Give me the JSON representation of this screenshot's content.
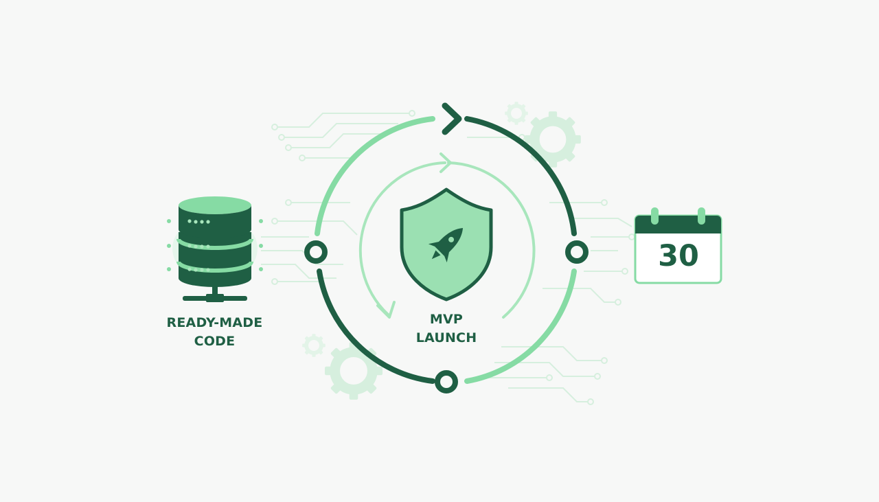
{
  "diagram": {
    "left_label_line1": "READY-MADE",
    "left_label_line2": "CODE",
    "center_label_line1": "MVP",
    "center_label_line2": "LAUNCH",
    "calendar_number": "30"
  },
  "icons": {
    "left": "server-database-icon",
    "center": "shield-rocket-icon",
    "right": "calendar-icon",
    "decor": "gear-icon"
  },
  "colors": {
    "background": "#f7f8f7",
    "dark_green": "#1f5f44",
    "light_green": "#86dba4",
    "pale_green": "#a8e6bc",
    "faint": "#d6efde"
  }
}
